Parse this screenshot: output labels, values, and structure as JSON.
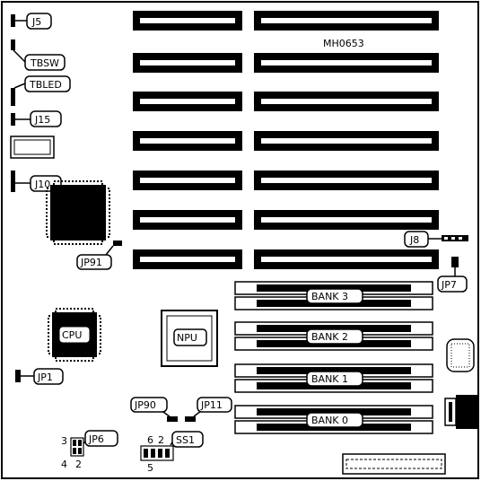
{
  "figure_id": "MH0653",
  "connectors": {
    "j5": "J5",
    "tbsw": "TBSW",
    "tbled": "TBLED",
    "j15": "J15",
    "j10": "J10",
    "j8": "J8",
    "jp91": "JP91",
    "jp7": "JP7",
    "jp1": "JP1",
    "jp90": "JP90",
    "jp11": "JP11",
    "jp6": "JP6",
    "ss1": "SS1"
  },
  "chips": {
    "cpu": "CPU",
    "npu": "NPU"
  },
  "memory_banks": [
    "BANK 3",
    "BANK 2",
    "BANK 1",
    "BANK 0"
  ],
  "pin_numbers": {
    "jp6_top": "3",
    "jp6_bottom_left": "4",
    "jp6_bottom_right": "2",
    "ss1_top_left": "6",
    "ss1_top_right": "2",
    "ss1_bottom": "5"
  },
  "colors": {
    "ink": "#000000",
    "paper": "#ffffff"
  }
}
